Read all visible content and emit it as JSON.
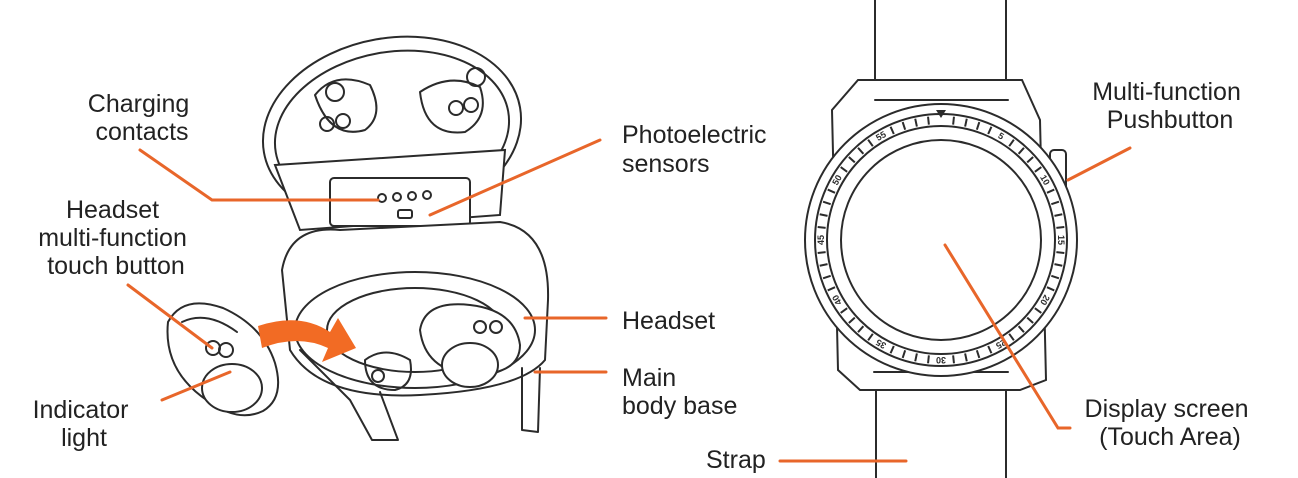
{
  "colors": {
    "leader": "#e8662a",
    "arrow": "#f26b24",
    "ink": "#2b2b2b"
  },
  "labels": {
    "charging_contacts": [
      "Charging",
      "contacts"
    ],
    "photoelectric_sensors": [
      "Photoelectric",
      "sensors"
    ],
    "headset_touch_button": [
      "Headset",
      "multi-function",
      "touch button"
    ],
    "headset": [
      "Headset"
    ],
    "main_body_base": [
      "Main",
      "body base"
    ],
    "indicator_light": [
      "Indicator",
      "light"
    ],
    "multi_function_pushbutton": [
      "Multi-function",
      "Pushbutton"
    ],
    "display_screen": [
      "Display screen",
      "(Touch Area)"
    ],
    "strap": [
      "Strap"
    ]
  },
  "bezel_numbers": [
    "5",
    "10",
    "15",
    "20",
    "25",
    "30",
    "35",
    "40",
    "45",
    "50",
    "55"
  ]
}
